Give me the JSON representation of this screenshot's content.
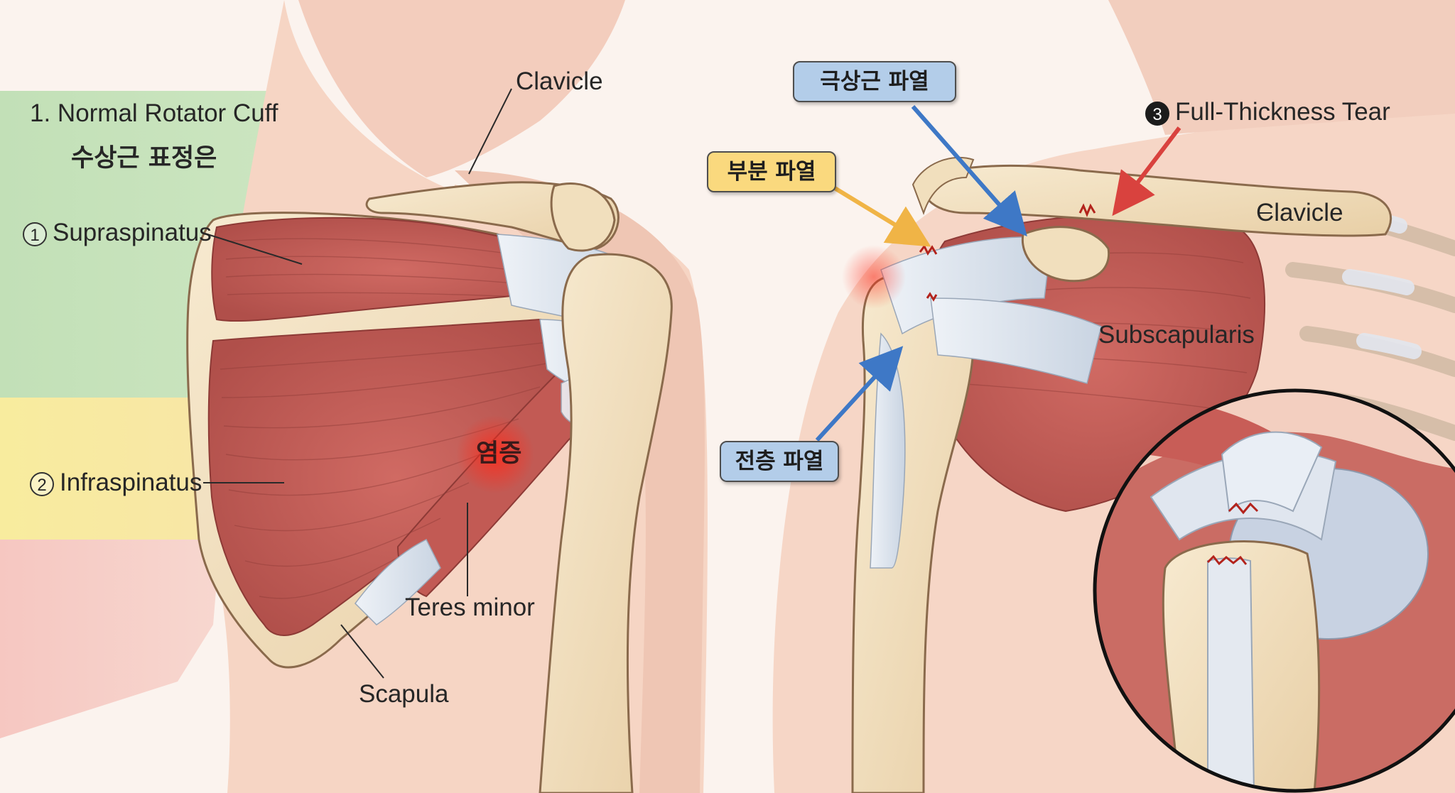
{
  "left_panel": {
    "heading": "1. Normal Rotator Cuff",
    "subheading": "수상근 표정은",
    "labels": {
      "clavicle": "Clavicle",
      "supraspinatus_num": "1",
      "supraspinatus": "Supraspinatus",
      "infraspinatus_num": "2",
      "infraspinatus": "Infraspinatus",
      "inflammation": "염증",
      "teres_minor": "Teres minor",
      "scapula": "Scapula"
    }
  },
  "right_panel": {
    "callouts": {
      "supraspinatus_tear": "극상근 파열",
      "partial_tear": "부분 파열",
      "full_tear": "전층 파열"
    },
    "labels": {
      "full_thickness_num": "3",
      "full_thickness": "Full-Thickness Tear",
      "clavicle": "Clavicle",
      "subscapularis": "Subscapularis"
    }
  },
  "colors": {
    "muscle": "#c8605a",
    "muscle_dark": "#a84a46",
    "bone": "#f2e0bf",
    "tendon": "#dfe6ef",
    "skin": "#f6d7c8",
    "band_green": "#c8e3bf",
    "band_yellow": "#f7eaa4",
    "band_red": "#f6c7c1",
    "arrow_blue": "#3e78c6",
    "arrow_yellow": "#f0b446",
    "arrow_red": "#d9423e"
  }
}
